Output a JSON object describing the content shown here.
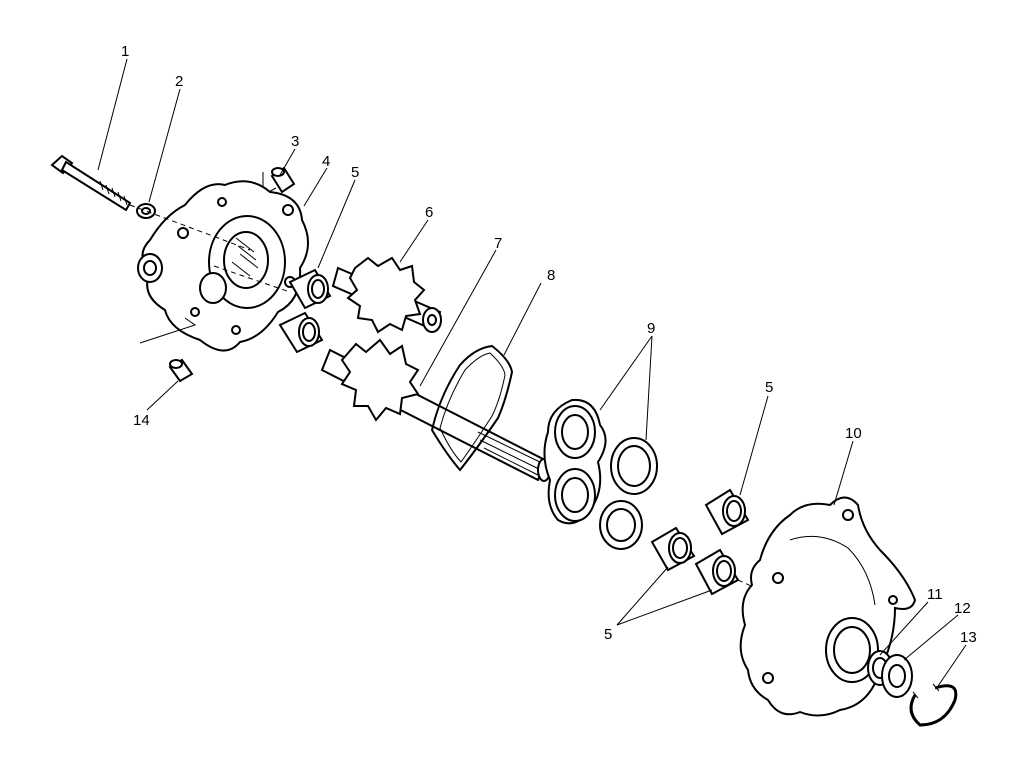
{
  "callouts": {
    "n1": "1",
    "n2": "2",
    "n3": "3",
    "n4": "4",
    "n5a": "5",
    "n6": "6",
    "n7": "7",
    "n8": "8",
    "n9": "9",
    "n10": "10",
    "n11": "11",
    "n12": "12",
    "n13": "13",
    "n14": "14",
    "n5b": "5",
    "n5c": "5"
  }
}
